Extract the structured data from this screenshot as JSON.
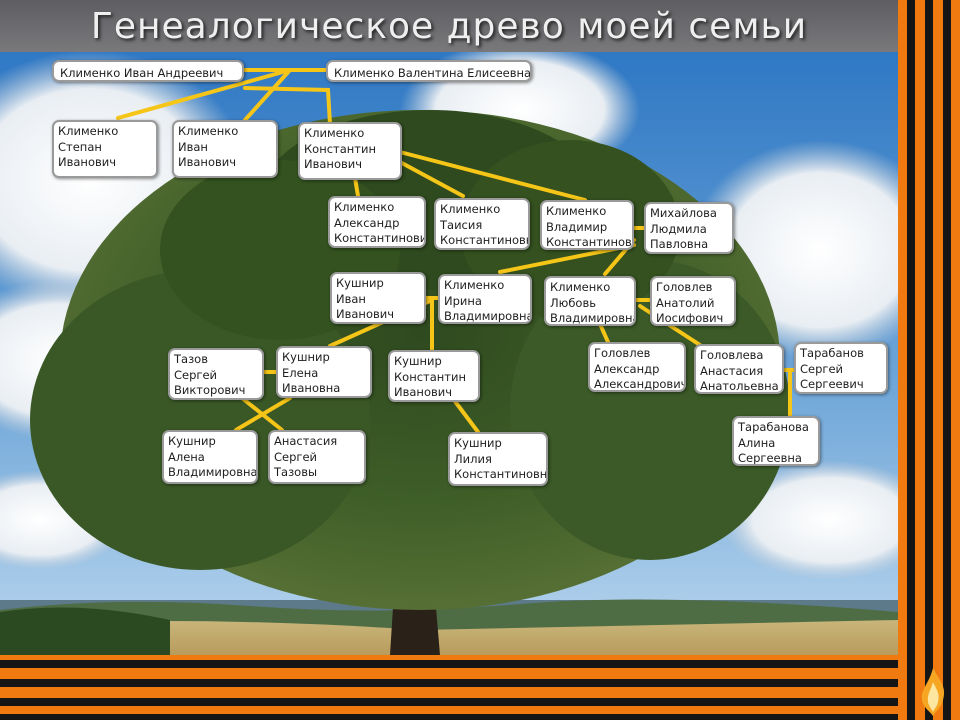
{
  "title": "Генеалогическое древо моей семьи",
  "colors": {
    "connector": "#f5c518",
    "ribbon_orange": "#f07a10",
    "ribbon_black": "#151515"
  },
  "people": [
    {
      "id": "ivan_andreevich",
      "label": "Клименко Иван Андреевич"
    },
    {
      "id": "valentina",
      "label": "Клименко Валентина Елисеевна"
    },
    {
      "id": "stepan",
      "label": "Клименко\nСтепан\nИванович"
    },
    {
      "id": "ivan_ivanovich",
      "label": "Клименко\nИван\nИванович"
    },
    {
      "id": "konstantin",
      "label": "Клименко\nКонстантин\nИванович"
    },
    {
      "id": "alexandr_k",
      "label": "Клименко\nАлександр\nКонстантинович"
    },
    {
      "id": "taisiya",
      "label": "Клименко\nТаисия\nКонстантиновна"
    },
    {
      "id": "vladimir",
      "label": "Клименко\nВладимир\nКонстантинович"
    },
    {
      "id": "mikhailova",
      "label": "Михайлова\nЛюдмила\nПавловна"
    },
    {
      "id": "kushnir_ivan",
      "label": "Кушнир\nИван\nИванович"
    },
    {
      "id": "irina",
      "label": "Клименко\nИрина\nВладимировна"
    },
    {
      "id": "lyubov",
      "label": "Клименко\nЛюбовь\nВладимировна"
    },
    {
      "id": "golovlev_anatoliy",
      "label": "Головлев\nАнатолий\nИосифович"
    },
    {
      "id": "tazov",
      "label": "Тазов\nСергей\nВикторович"
    },
    {
      "id": "elena",
      "label": "Кушнир\nЕлена\nИвановна"
    },
    {
      "id": "kushnir_konstantin",
      "label": "Кушнир\nКонстантин\nИванович"
    },
    {
      "id": "golovlev_alexandr",
      "label": "Головлев\nАлександр\nАлександрович"
    },
    {
      "id": "golovleva_anastasia",
      "label": "Головлева\nАнастасия\nАнатольевна"
    },
    {
      "id": "tarabanov",
      "label": "Тарабанов\nСергей\nСергеевич"
    },
    {
      "id": "alena",
      "label": "Кушнир\nАлена\nВладимировна"
    },
    {
      "id": "anastasia_tazova",
      "label": "Анастасия\nСергей\nТазовы"
    },
    {
      "id": "liliya",
      "label": "Кушнир\nЛилия\nКонстантиновна"
    },
    {
      "id": "tarabanova",
      "label": "Тарабанова\nАлина\nСергеевна"
    }
  ]
}
